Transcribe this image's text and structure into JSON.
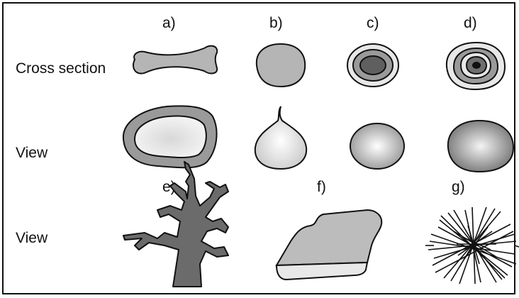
{
  "panel_labels": {
    "a": "a)",
    "b": "b)",
    "c": "c)",
    "d": "d)",
    "e": "e)",
    "f": "f)",
    "g": "g)"
  },
  "row_labels": {
    "cross_section": "Cross section",
    "view_row1": "View",
    "view_row2": "View"
  },
  "colors": {
    "outline": "#111111",
    "fill_gray": "#b5b5b5",
    "fill_dark": "#5f5f5f",
    "fill_darker": "#3a3a3a",
    "fill_light": "#e8e8e8"
  }
}
